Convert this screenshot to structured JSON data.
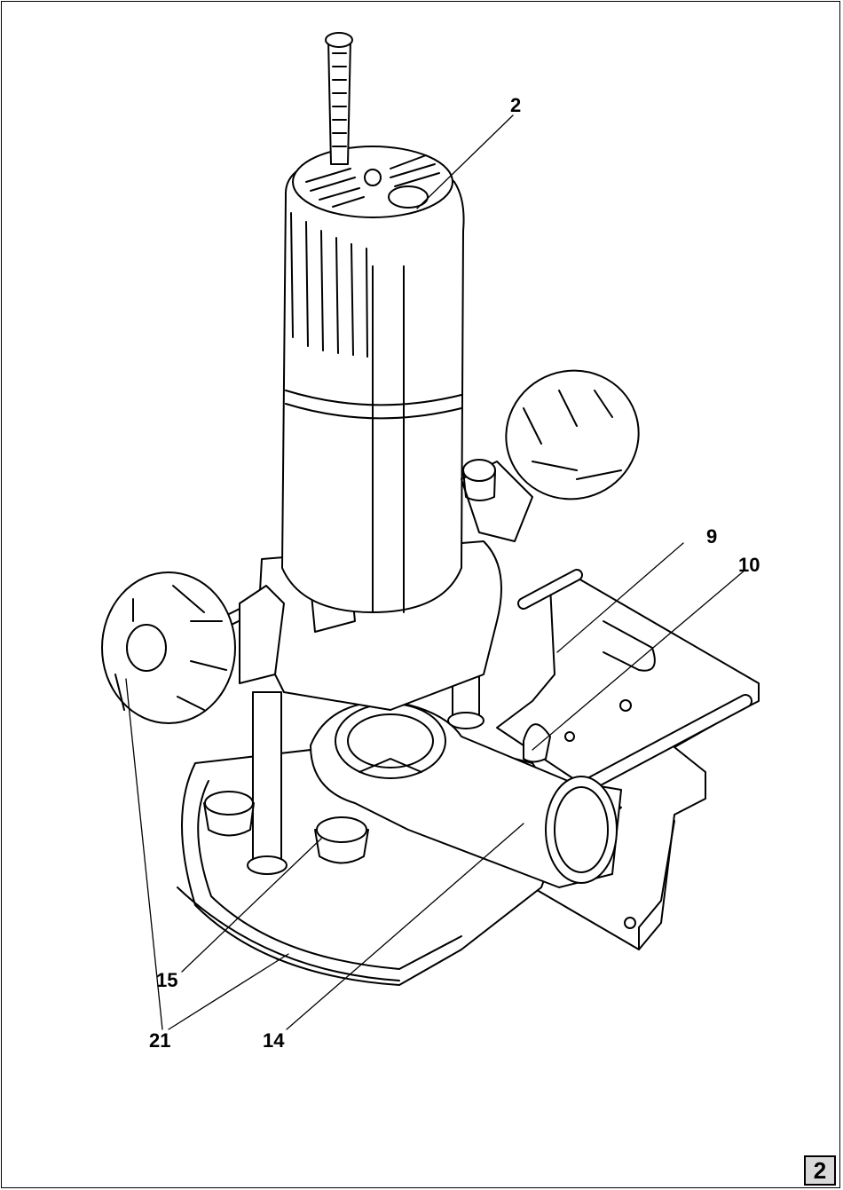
{
  "figure": {
    "callouts": {
      "c2": "2",
      "c9": "9",
      "c10": "10",
      "c15": "15",
      "c21": "21",
      "c14": "14"
    },
    "page_number": "2"
  }
}
